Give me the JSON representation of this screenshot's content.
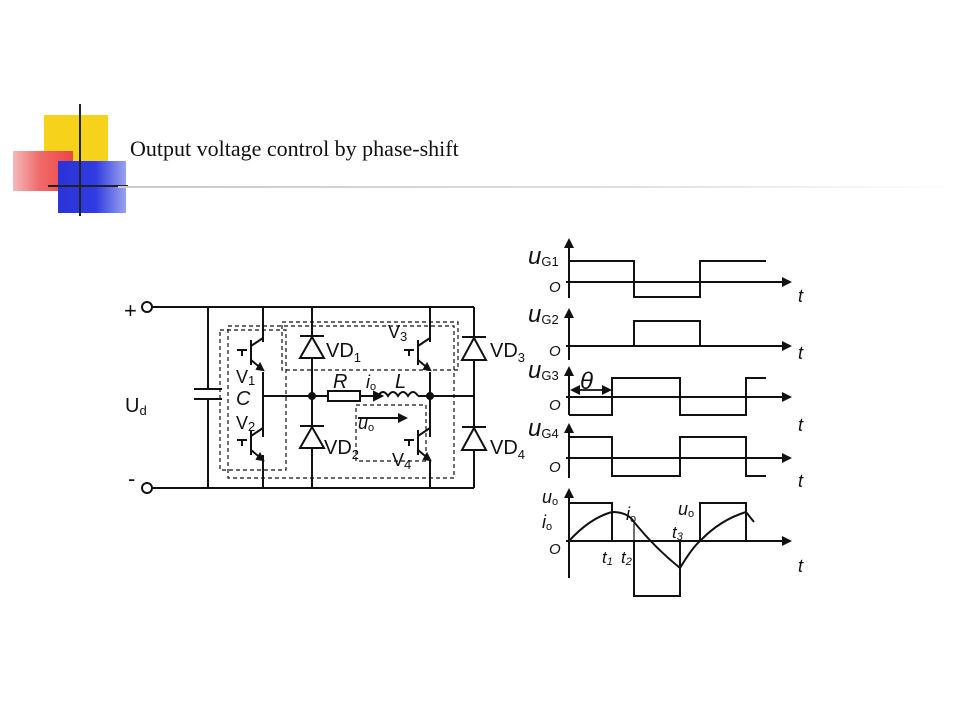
{
  "slide": {
    "title": "Output voltage control by phase-shift"
  },
  "circuit": {
    "plus": "+",
    "minus": "-",
    "ud_main": "U",
    "ud_sub": "d",
    "c": "C",
    "v1_main": "V",
    "v1_sub": "1",
    "v2_main": "V",
    "v2_sub": "2",
    "v3_main": "V",
    "v3_sub": "3",
    "v4_main": "V",
    "v4_sub": "4",
    "vd1_main": "VD",
    "vd1_sub": "1",
    "vd2_main": "VD",
    "vd2_sub": "2",
    "vd3_main": "VD",
    "vd3_sub": "3",
    "vd4_main": "VD",
    "vd4_sub": "4",
    "r": "R",
    "l": "L",
    "io_main": "i",
    "io_sub": "o",
    "uo_main": "u",
    "uo_sub": "o"
  },
  "waveforms": {
    "ug1_main": "u",
    "ug1_sub": "G1",
    "ug2_main": "u",
    "ug2_sub": "G2",
    "ug3_main": "u",
    "ug3_sub": "G3",
    "ug4_main": "u",
    "ug4_sub": "G4",
    "origin": "O",
    "t": "t",
    "theta": "θ",
    "uo_main": "u",
    "uo_sub": "o",
    "io_main": "i",
    "io_sub": "o",
    "t1_main": "t",
    "t1_sub": "1",
    "t2_main": "t",
    "t2_sub": "2",
    "t3_main": "t",
    "t3_sub": "3"
  }
}
